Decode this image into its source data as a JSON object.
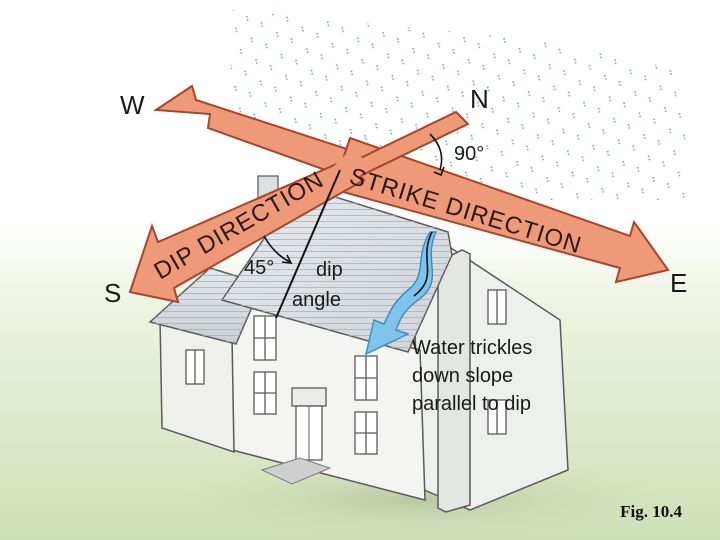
{
  "labels": {
    "west": "W",
    "north": "N",
    "south": "S",
    "east": "E",
    "strike_angle": "90°",
    "dip_angle_value": "45°",
    "dip_angle_line1": "dip",
    "dip_angle_line2": "angle",
    "dip_direction": "DIP DIRECTION",
    "strike_direction": "STRIKE DIRECTION",
    "water_line1": "Water trickles",
    "water_line2": "down slope",
    "water_line3": "parallel to dip"
  },
  "caption": "Fig. 10.4",
  "colors": {
    "arrow_fill": "#ee9a78",
    "arrow_stroke": "#a8452a",
    "rain": "#6aa7d6",
    "water_arrow": "#7fc4ea",
    "ground": "#d9e6c2",
    "house_wall": "#f3f3f1",
    "roof": "#d8dde1"
  }
}
